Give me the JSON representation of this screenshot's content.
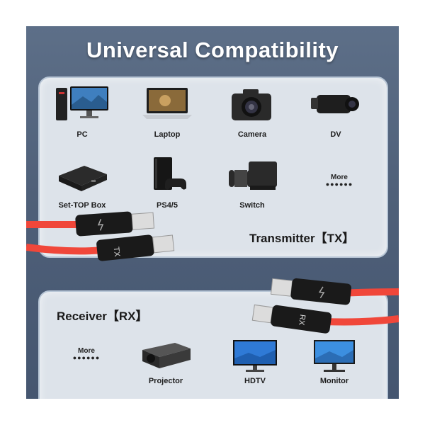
{
  "title": "Universal Compatibility",
  "transmitter": {
    "label": "Transmitter【TX】",
    "devices": [
      {
        "name": "PC",
        "icon": "pc-icon"
      },
      {
        "name": "Laptop",
        "icon": "laptop-icon"
      },
      {
        "name": "Camera",
        "icon": "camera-icon"
      },
      {
        "name": "DV",
        "icon": "camcorder-icon"
      },
      {
        "name": "Set-TOP Box",
        "icon": "set-top-box-icon"
      },
      {
        "name": "PS4/5",
        "icon": "game-console-icon"
      },
      {
        "name": "Switch",
        "icon": "switch-console-icon"
      }
    ],
    "more": {
      "label": "More",
      "dots": "●●●●●●"
    },
    "plug_marking": "TX"
  },
  "receiver": {
    "label": "Receiver【RX】",
    "devices": [
      {
        "name": "Projector",
        "icon": "projector-icon"
      },
      {
        "name": "HDTV",
        "icon": "tv-icon"
      },
      {
        "name": "Monitor",
        "icon": "monitor-icon"
      }
    ],
    "more": {
      "label": "More",
      "dots": "●●●●●●"
    },
    "plug_marking": "RX"
  },
  "colors": {
    "background": "#52637c",
    "panel": "#dde3ea",
    "cable": "#f0473a",
    "plug": "#1a1a1a"
  }
}
